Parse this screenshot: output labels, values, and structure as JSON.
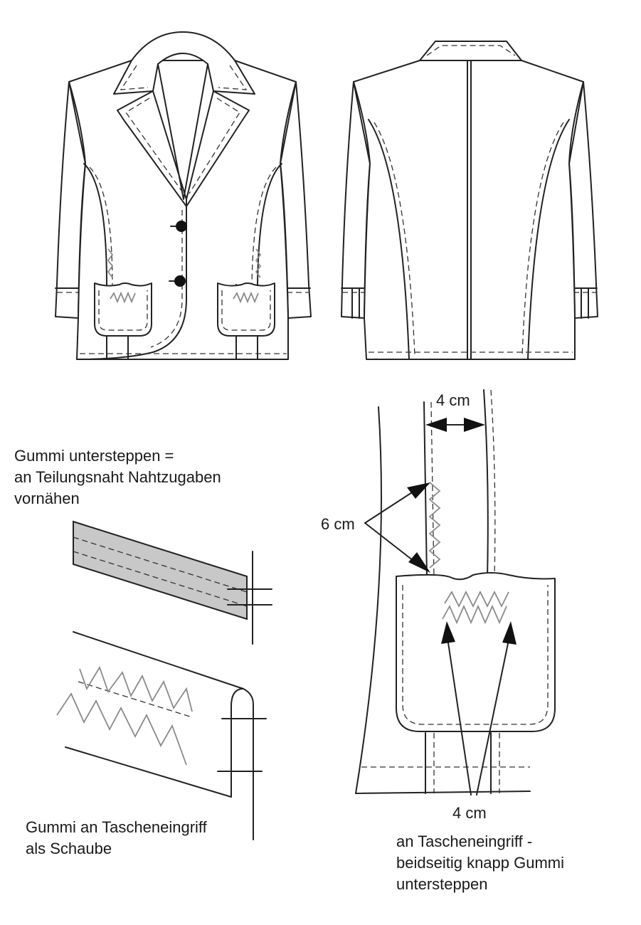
{
  "figure": {
    "views": [
      "front-view",
      "back-view"
    ],
    "colors": {
      "line": "#222222",
      "elastic_band": "#c8c8c8",
      "zigzag_stitch": "#8a8a8a",
      "button": "#111111"
    }
  },
  "labels": {
    "step1": {
      "line1": "Gummi untersteppen =",
      "line2": "an Teilungsnaht  Nahtzugaben",
      "line3": "vornähen"
    },
    "step2": {
      "line1": "Gummi an Tascheneingriff",
      "line2": "als Schaube"
    },
    "detail": {
      "width_top": "4 cm",
      "length_side": "6 cm",
      "width_bottom": "4 cm",
      "note_line1": "an Tascheneingriff -",
      "note_line2": "beidseitig knapp Gummi",
      "note_line3": "untersteppen"
    }
  }
}
